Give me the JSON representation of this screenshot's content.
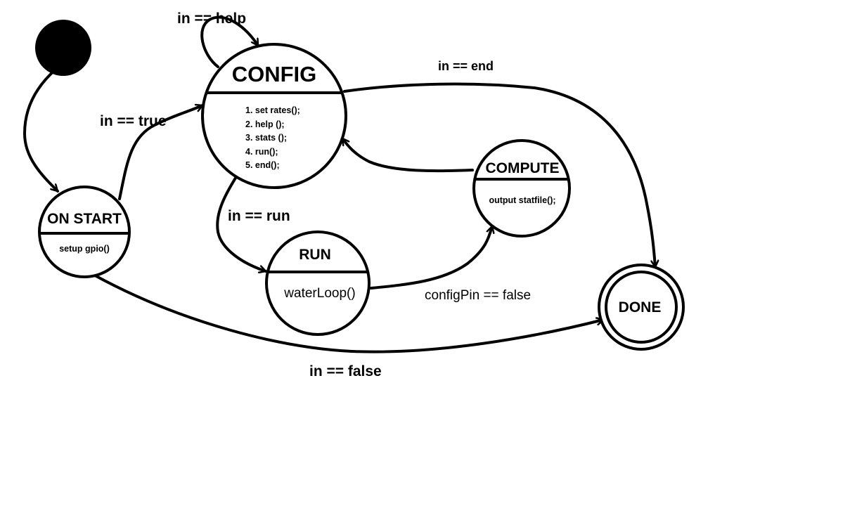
{
  "states": {
    "config": {
      "title": "CONFIG",
      "actions": [
        "1. set rates();",
        "2. help ();",
        "3. stats ();",
        "4. run();",
        "5. end();"
      ]
    },
    "on_start": {
      "title": "ON START",
      "action": "setup gpio()"
    },
    "run": {
      "title": "RUN",
      "action": "waterLoop()"
    },
    "compute": {
      "title": "COMPUTE",
      "action": "output statfile();"
    },
    "done": {
      "title": "DONE"
    }
  },
  "transitions": {
    "help": "in == help",
    "true": "in == true",
    "end": "in == end",
    "run": "in == run",
    "config_pin": "configPin == false",
    "false": "in == false"
  }
}
